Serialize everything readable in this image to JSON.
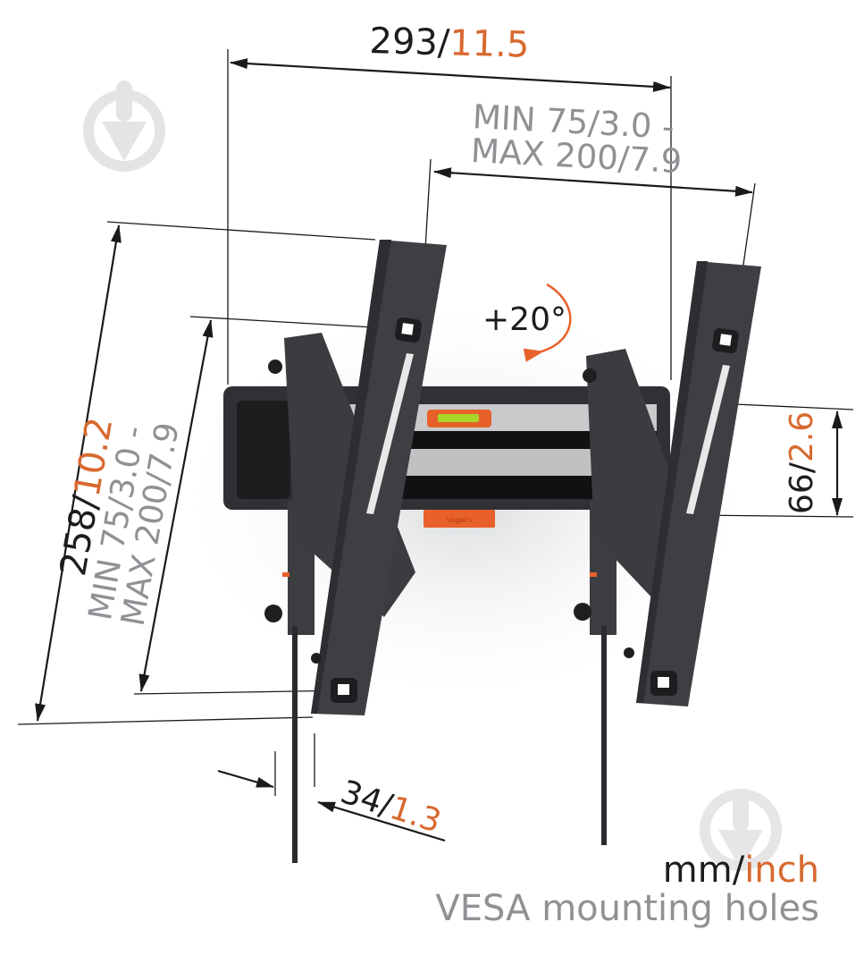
{
  "diagram": {
    "subject": "Tilting TV wall mount bracket with dimensions",
    "dimensions": {
      "overall_width": {
        "mm": "293",
        "sep": "/",
        "inch": "11.5"
      },
      "vesa_horizontal": {
        "line1": "MIN 75/3.0 -",
        "line2": "MAX 200/7.9"
      },
      "overall_height": {
        "mm": "258",
        "sep": "/",
        "inch": "10.2"
      },
      "vesa_vertical": {
        "line1": "MIN 75/3.0 -",
        "line2": "MAX 200/7.9"
      },
      "plate_height": {
        "mm": "66",
        "sep": "/",
        "inch": "2.6"
      },
      "wall_distance": {
        "mm": "34",
        "sep": "/",
        "inch": "1.3"
      }
    },
    "tilt": {
      "label": "+20°"
    },
    "legend": {
      "units_mm": "mm",
      "units_sep": "/",
      "units_inch": "inch",
      "caption": "VESA mounting holes"
    },
    "watermark_icons": [
      "trowel-watermark-icon",
      "trowel-watermark-icon"
    ],
    "colors": {
      "metric": "#1d1d1d",
      "imperial": "#d8692f",
      "vesa_text": "#8f9195",
      "bracket": "#3a3c40",
      "bracket_dark": "#26282b",
      "accent_orange": "#e8612a",
      "level_bubble": "#a8d62a",
      "watermark": "#e3e3e3"
    }
  }
}
